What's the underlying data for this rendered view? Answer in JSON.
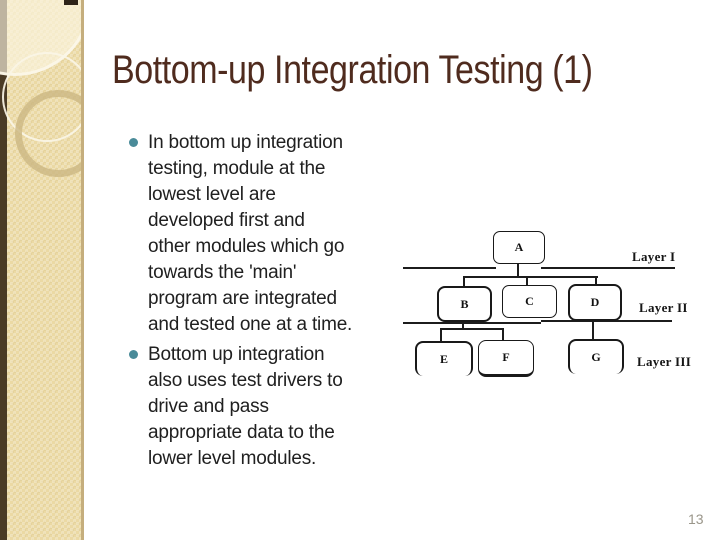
{
  "slide": {
    "title": "Bottom-up Integration Testing (1)",
    "page_number": "13",
    "bullets": [
      "In bottom up integration\ntesting, module at the\nlowest level are\ndeveloped first and\nother modules which go\ntowards the 'main'\nprogram are integrated\nand tested one at a time.",
      "Bottom up integration\nalso uses test drivers to\ndrive and pass\nappropriate data to the\nlower level modules."
    ]
  },
  "diagram": {
    "nodes": {
      "a": "A",
      "b": "B",
      "c": "C",
      "d": "D",
      "e": "E",
      "f": "F",
      "g": "G"
    },
    "layers": [
      "Layer I",
      "Layer II",
      "Layer III"
    ],
    "edges": [
      "A-B",
      "A-C",
      "A-D",
      "B-E",
      "B-F",
      "D-G"
    ]
  },
  "colors": {
    "title_text": "#4f2b1e",
    "body_text": "#202020",
    "bullet_accent": "#4a8b99",
    "strip_beige": "#ebd9a4",
    "strip_dark_bar": "#4a3b26",
    "strip_edge": "#c5ae7d",
    "diagram_line": "#1c1c1c",
    "page_number_text": "#9a968a"
  }
}
